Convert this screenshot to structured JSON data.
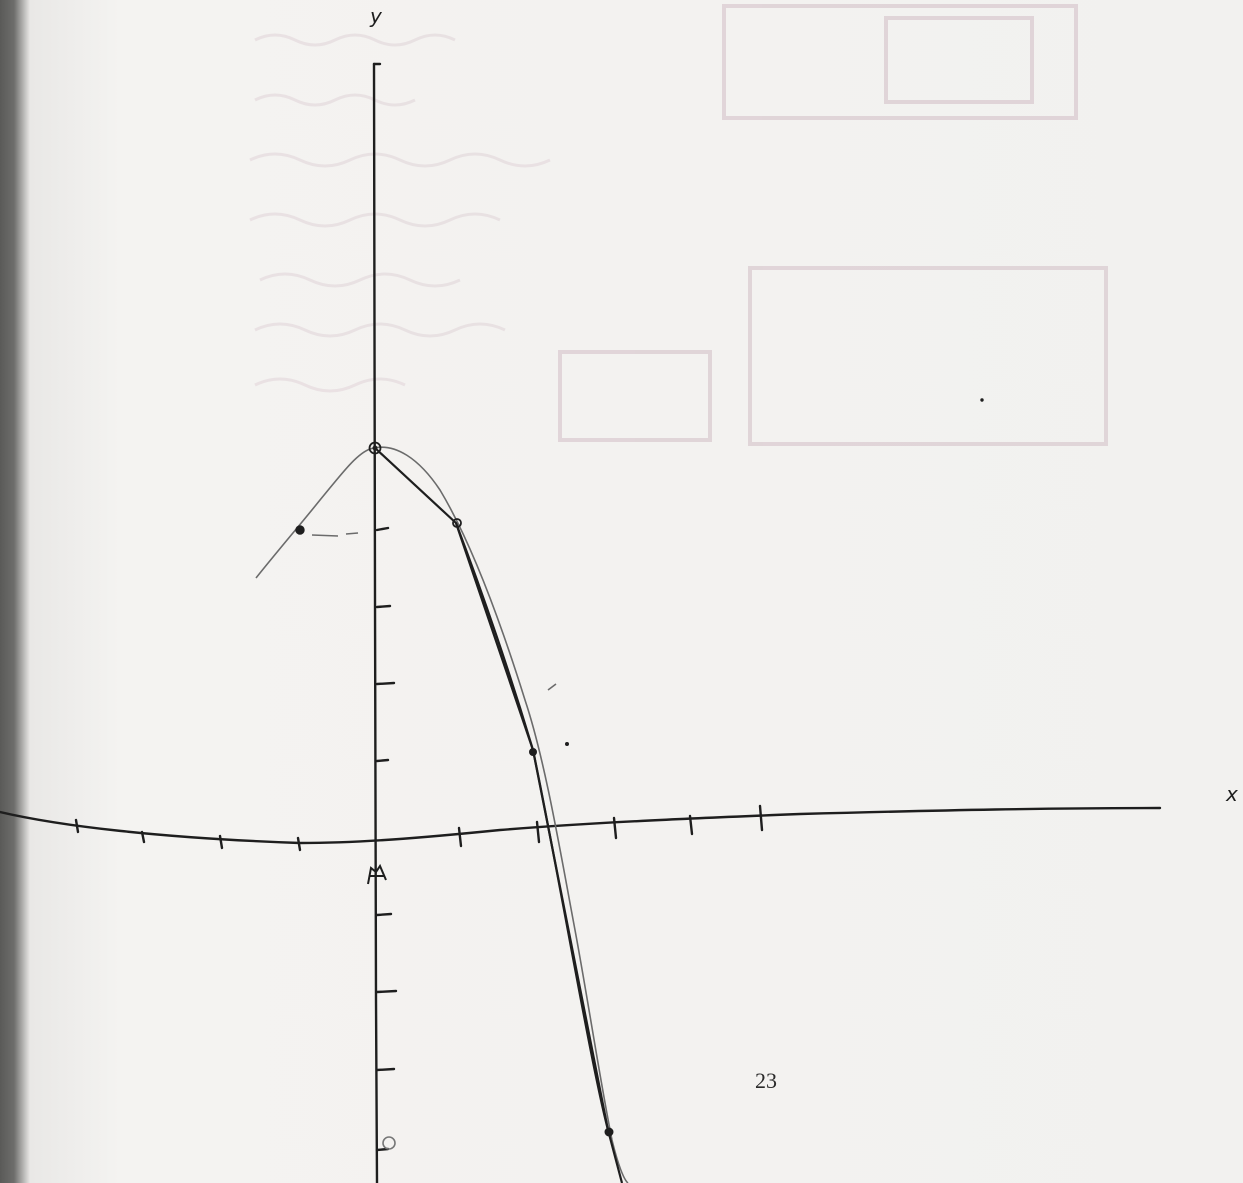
{
  "page": {
    "page_number": "23"
  },
  "axes": {
    "y_label": "y",
    "x_label": "x"
  },
  "colors": {
    "ink": "#1e1e1e",
    "pencil": "#6b6b6b",
    "bleed_through": "#d9c9cf",
    "paper": "#f2f1ef",
    "binding_shadow": "#5a5a58"
  }
}
